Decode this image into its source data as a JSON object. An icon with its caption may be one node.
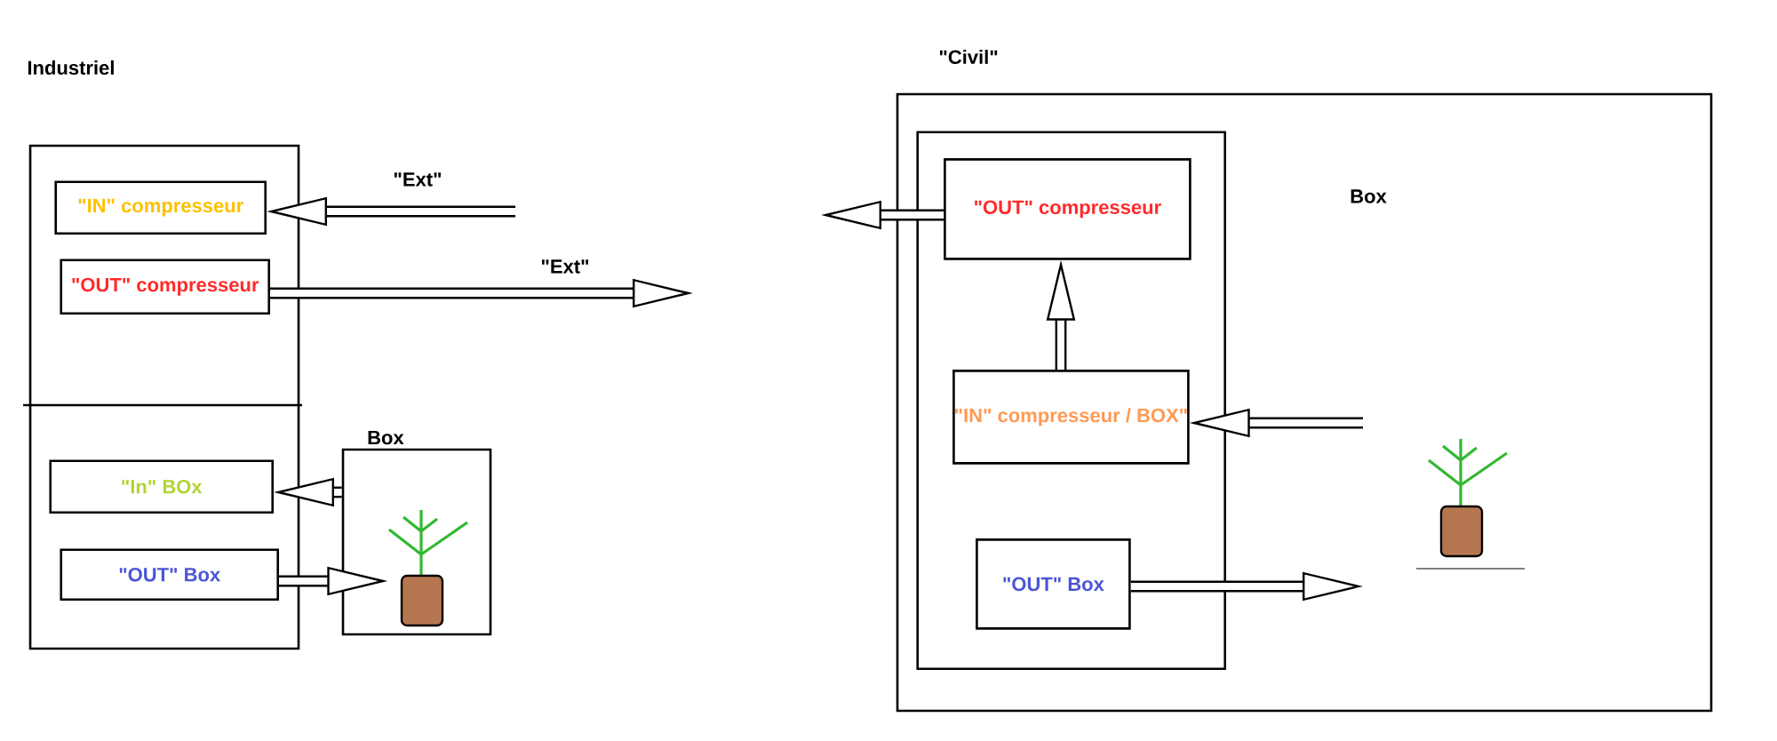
{
  "diagram": {
    "nodes": [
      {
        "text": [],
        "shape": "box"
      },
      {
        "text": [
          "\"IN\" compresseur"
        ],
        "in": 0
      },
      {
        "text": [
          "\"OUT\" compresseur"
        ],
        "in": 0
      },
      {
        "text": [
          "\"In\" BOx"
        ],
        "in": 0
      },
      {
        "text": [
          "\"OUT\" Box"
        ],
        "in": 0
      },
      {
        "text": [
          "Box"
        ]
      },
      {
        "text": [],
        "shape": "picture",
        "in": 5
      },
      {
        "text": [
          "Box"
        ]
      },
      {
        "text": [],
        "shape": "box",
        "in": 7
      },
      {
        "text": [
          "\"OUT\" compresseur"
        ],
        "in": 8
      },
      {
        "text": [
          "\"IN\" compresseur / BOX\""
        ],
        "in": 8
      },
      {
        "text": [
          "\"OUT\" Box"
        ],
        "in": 8
      }
    ],
    "edges": [
      {
        "from": null,
        "to": 1,
        "arrow": "to",
        "label": "\"Ext\""
      },
      {
        "from": 2,
        "to": null,
        "arrow": "to",
        "label": "\"Ext\""
      },
      {
        "from": 5,
        "to": 3,
        "arrow": "to"
      },
      {
        "from": 4,
        "to": 6,
        "arrow": "to"
      },
      {
        "from": 9,
        "to": null,
        "arrow": "to"
      },
      {
        "from": 10,
        "to": 9,
        "arrow": "to"
      },
      {
        "from": null,
        "to": 10,
        "arrow": "to"
      },
      {
        "from": 11,
        "to": null,
        "arrow": "to"
      }
    ],
    "labels": [
      "Industriel",
      "\"Civil\""
    ]
  }
}
